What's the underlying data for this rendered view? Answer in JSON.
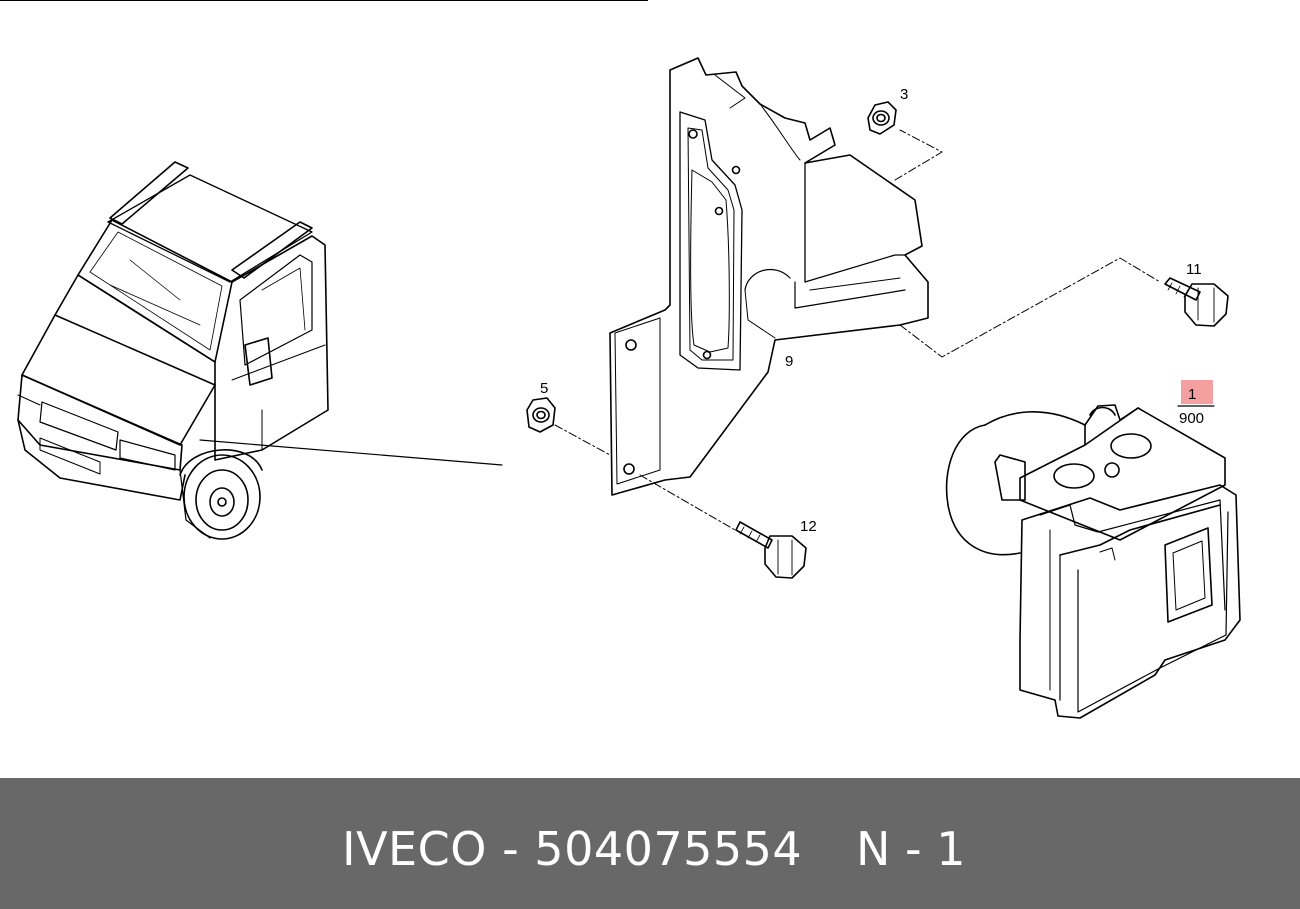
{
  "diagram": {
    "callouts": {
      "nut_top": "3",
      "bracket": "9",
      "nut_left": "5",
      "bolt_top": "11",
      "bolt_bottom": "12",
      "module_number": "1",
      "module_sub": "900"
    },
    "highlight_color": "#f4a0a0",
    "line_color": "#000000"
  },
  "footer": {
    "brand": "IVECO",
    "separator": "-",
    "part_number": "504075554",
    "quantity": "N - 1",
    "background_color": "#686868",
    "text_color": "#ffffff"
  }
}
